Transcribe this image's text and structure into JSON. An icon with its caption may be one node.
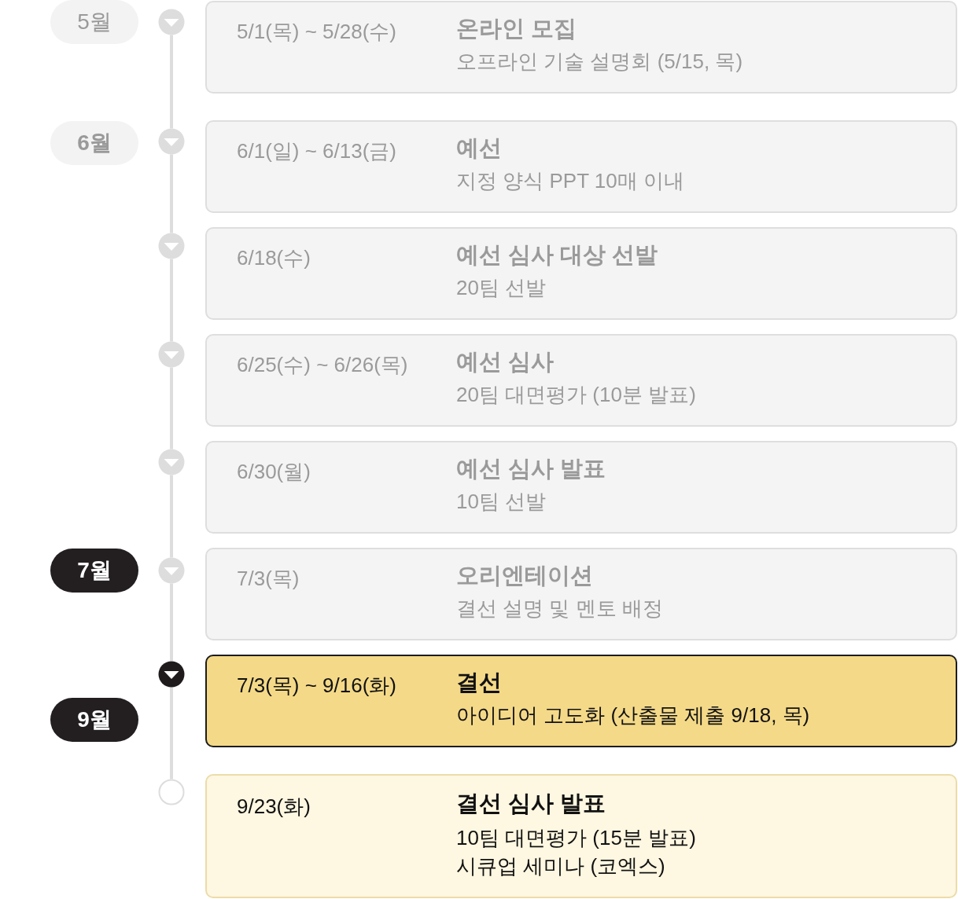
{
  "diagram": {
    "nodes": [
      {
        "text": [
          "5월"
        ]
      },
      {
        "text": [],
        "shape": "circle"
      },
      {
        "text": [
          "5/1(목) ~ 5/28(수)",
          "온라인 모집",
          "오프라인 기술 설명회 (5/15, 목)"
        ]
      },
      {
        "text": [
          "6월"
        ]
      },
      {
        "text": [],
        "shape": "circle"
      },
      {
        "text": [
          "6/1(일) ~ 6/13(금)",
          "예선",
          "지정 양식 PPT 10매 이내"
        ]
      },
      {
        "text": [],
        "shape": "circle"
      },
      {
        "text": [
          "6/18(수)",
          "예선 심사 대상 선발",
          "20팀 선발"
        ]
      },
      {
        "text": [],
        "shape": "circle"
      },
      {
        "text": [
          "6/25(수) ~ 6/26(목)",
          "예선 심사",
          "20팀 대면평가 (10분 발표)"
        ]
      },
      {
        "text": [],
        "shape": "circle"
      },
      {
        "text": [
          "6/30(월)",
          "예선 심사 발표",
          "10팀 선발"
        ]
      },
      {
        "text": [
          "7월"
        ]
      },
      {
        "text": [],
        "shape": "circle"
      },
      {
        "text": [
          "7/3(목)",
          "오리엔테이션",
          "결선 설명 및 멘토 배정"
        ]
      },
      {
        "text": [],
        "shape": "circle"
      },
      {
        "text": [
          "7/3(목) ~ 9/16(화)",
          "결선",
          "아이디어 고도화 (산출물 제출 9/18, 목)"
        ]
      },
      {
        "text": [
          "9월"
        ]
      },
      {
        "text": [],
        "shape": "circle"
      },
      {
        "text": [
          "9/23(화)",
          "결선 심사 발표",
          "10팀 대면평가 (15분 발표)",
          "시큐업 세미나 (코엑스)"
        ]
      }
    ],
    "edges": [
      {
        "from": 1,
        "to": 4,
        "arrow": "none"
      },
      {
        "from": 4,
        "to": 6,
        "arrow": "none"
      },
      {
        "from": 6,
        "to": 8,
        "arrow": "none"
      },
      {
        "from": 8,
        "to": 10,
        "arrow": "none"
      },
      {
        "from": 10,
        "to": 13,
        "arrow": "none"
      },
      {
        "from": 13,
        "to": 15,
        "arrow": "none"
      },
      {
        "from": 15,
        "to": 18,
        "arrow": "none"
      }
    ]
  }
}
